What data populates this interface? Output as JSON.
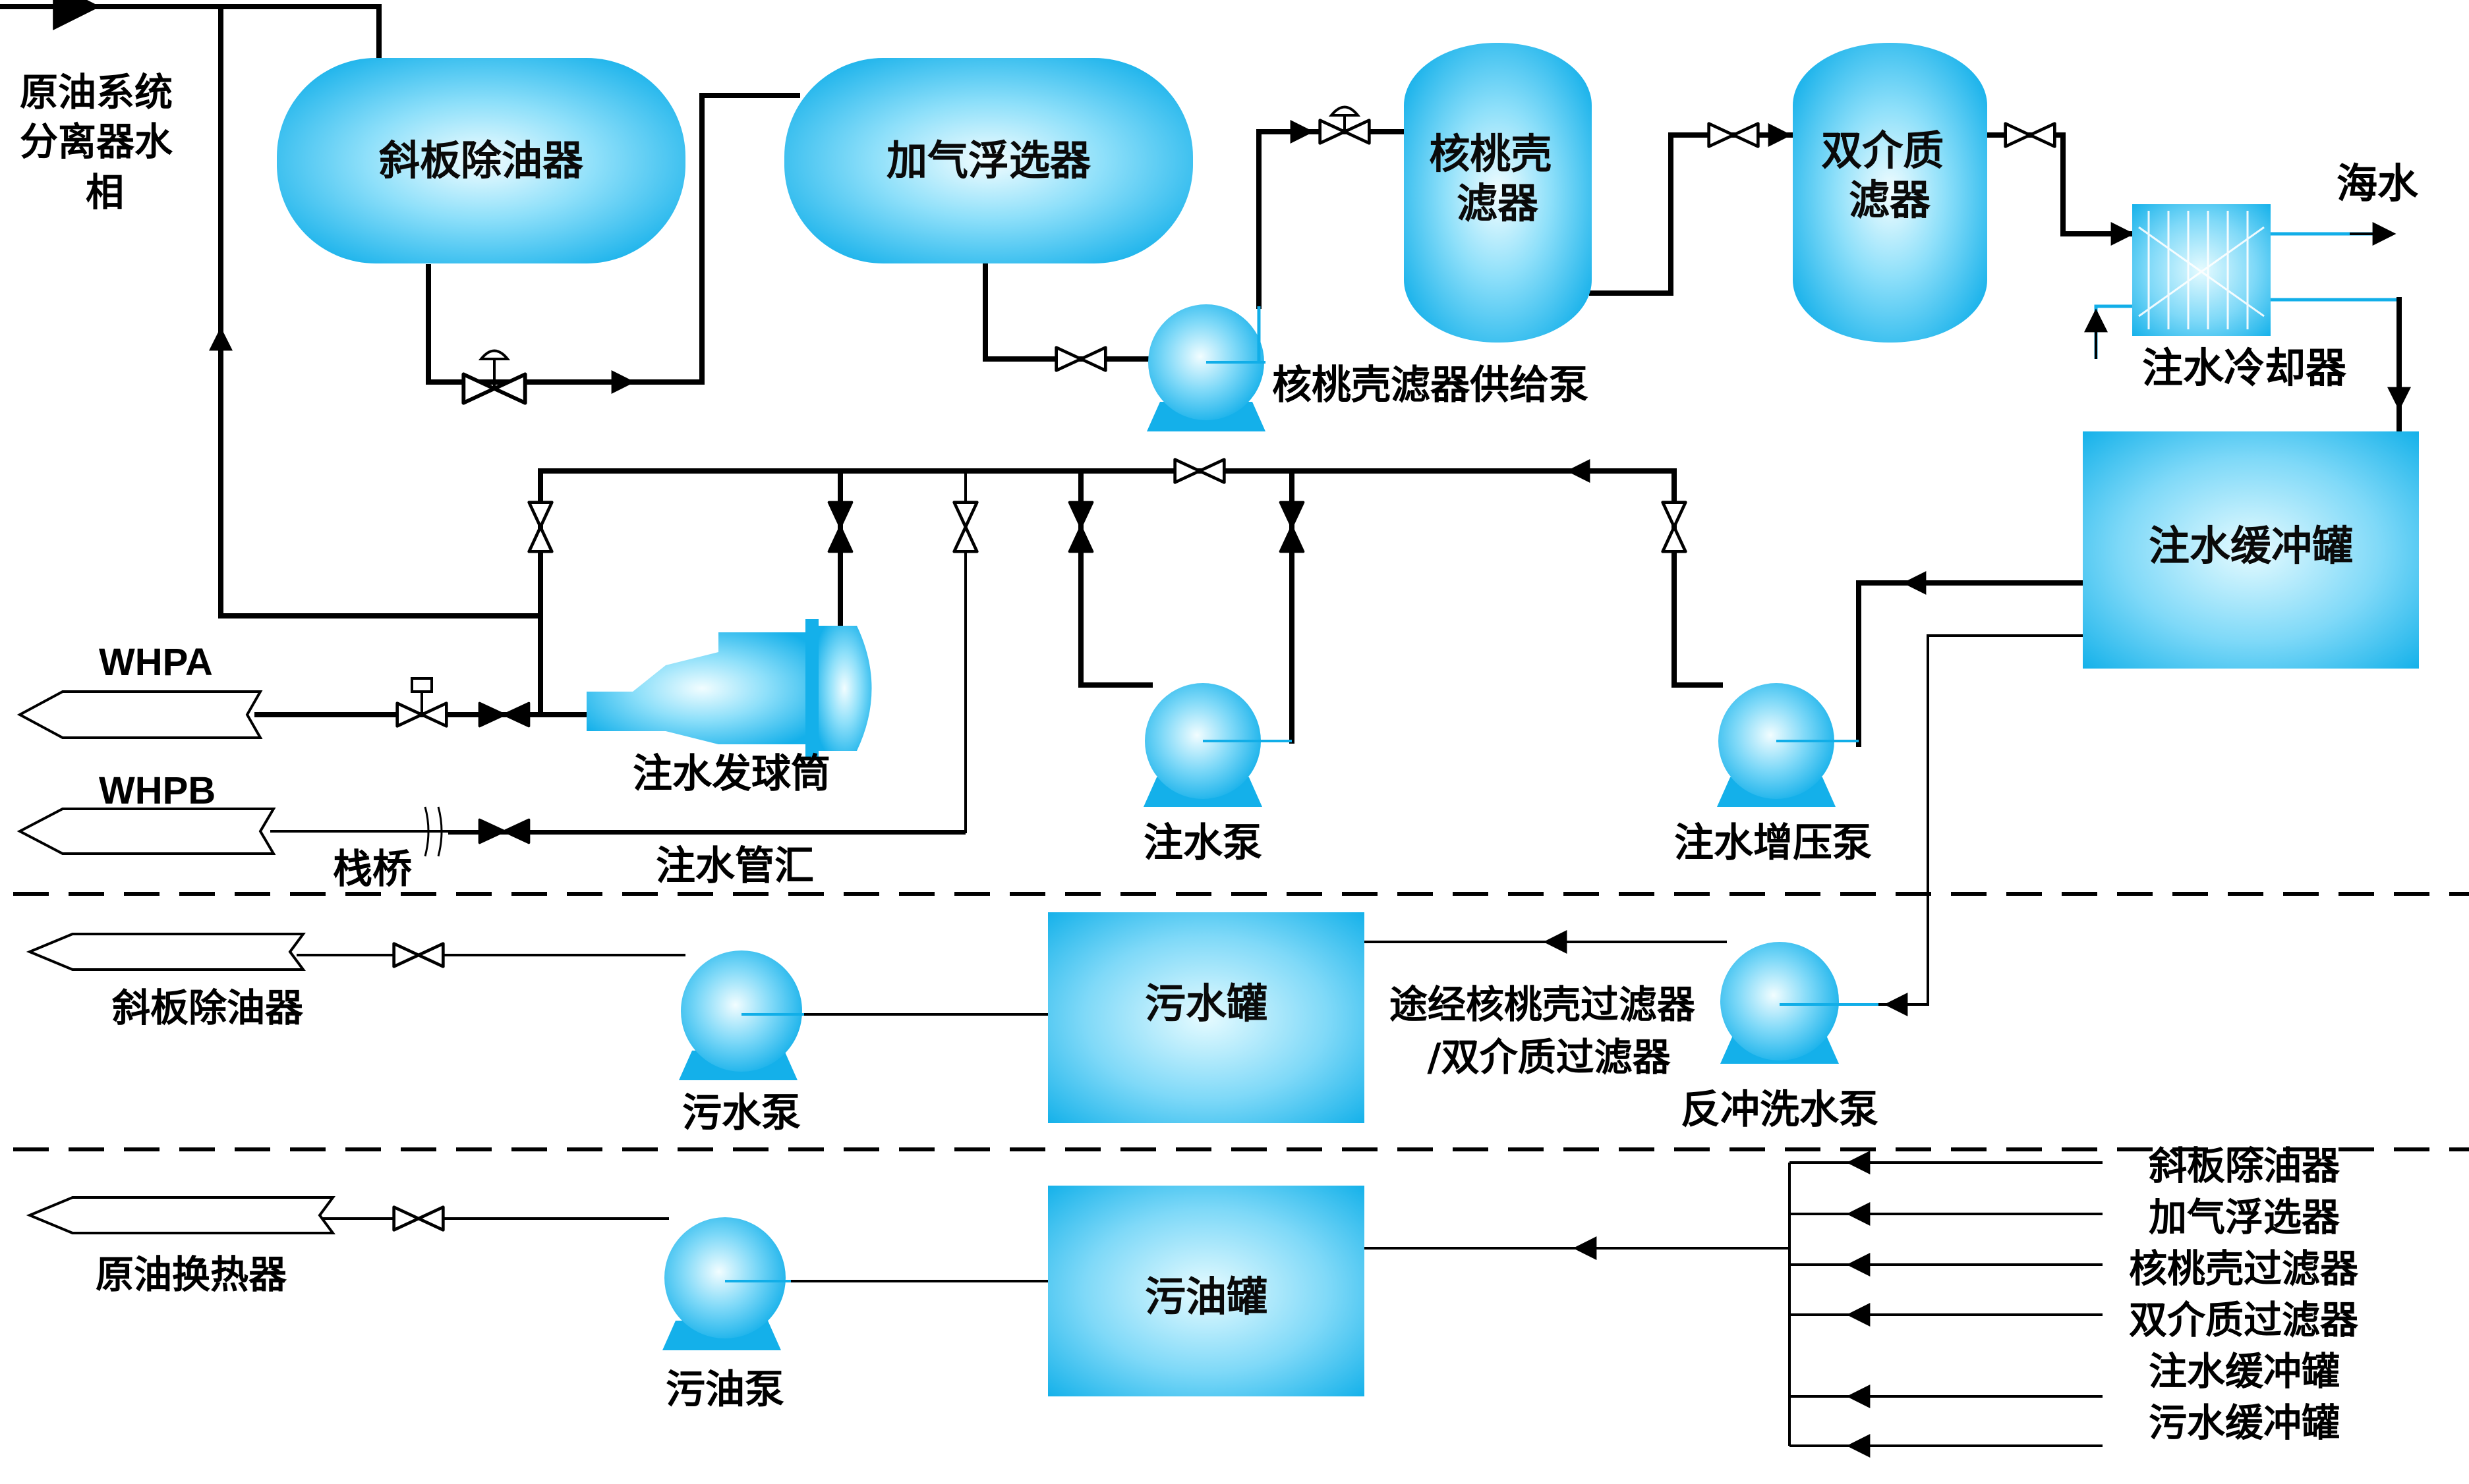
{
  "colors": {
    "equipment_light": "#e8fbff",
    "equipment_mid": "#6fd4f7",
    "equipment_dark": "#14b0ea",
    "pipe": "#000000",
    "accent_line": "#11aee8"
  },
  "labels": {
    "source_water": "原油系统分离器水相",
    "cpi": "斜板除油器",
    "igf": "加气浮选器",
    "walnut_filter": "核桃壳滤器",
    "dual_media_filter": "双介质滤器",
    "seawater": "海水",
    "cooler": "注水冷却器",
    "walnut_feed_pump": "核桃壳滤器供给泵",
    "buffer_tank": "注水缓冲罐",
    "whpa": "WHPA",
    "whpb": "WHPB",
    "pig_launcher": "注水发球筒",
    "trestle": "栈桥",
    "manifold": "注水管汇",
    "injection_pump": "注水泵",
    "booster_pump": "注水增压泵",
    "dest_cpi": "斜板除油器",
    "sewage_pump": "污水泵",
    "sewage_tank": "污水罐",
    "backwash_via": "途经核桃壳过滤器/双介质过滤器",
    "backwash_pump": "反冲洗水泵",
    "dest_crude_hx": "原油换热器",
    "oil_pump": "污油泵",
    "oil_tank": "污油罐",
    "sources": [
      "斜板除油器",
      "加气浮选器",
      "核桃壳过滤器",
      "双介质过滤器",
      "注水缓冲罐",
      "污水缓冲罐"
    ]
  }
}
